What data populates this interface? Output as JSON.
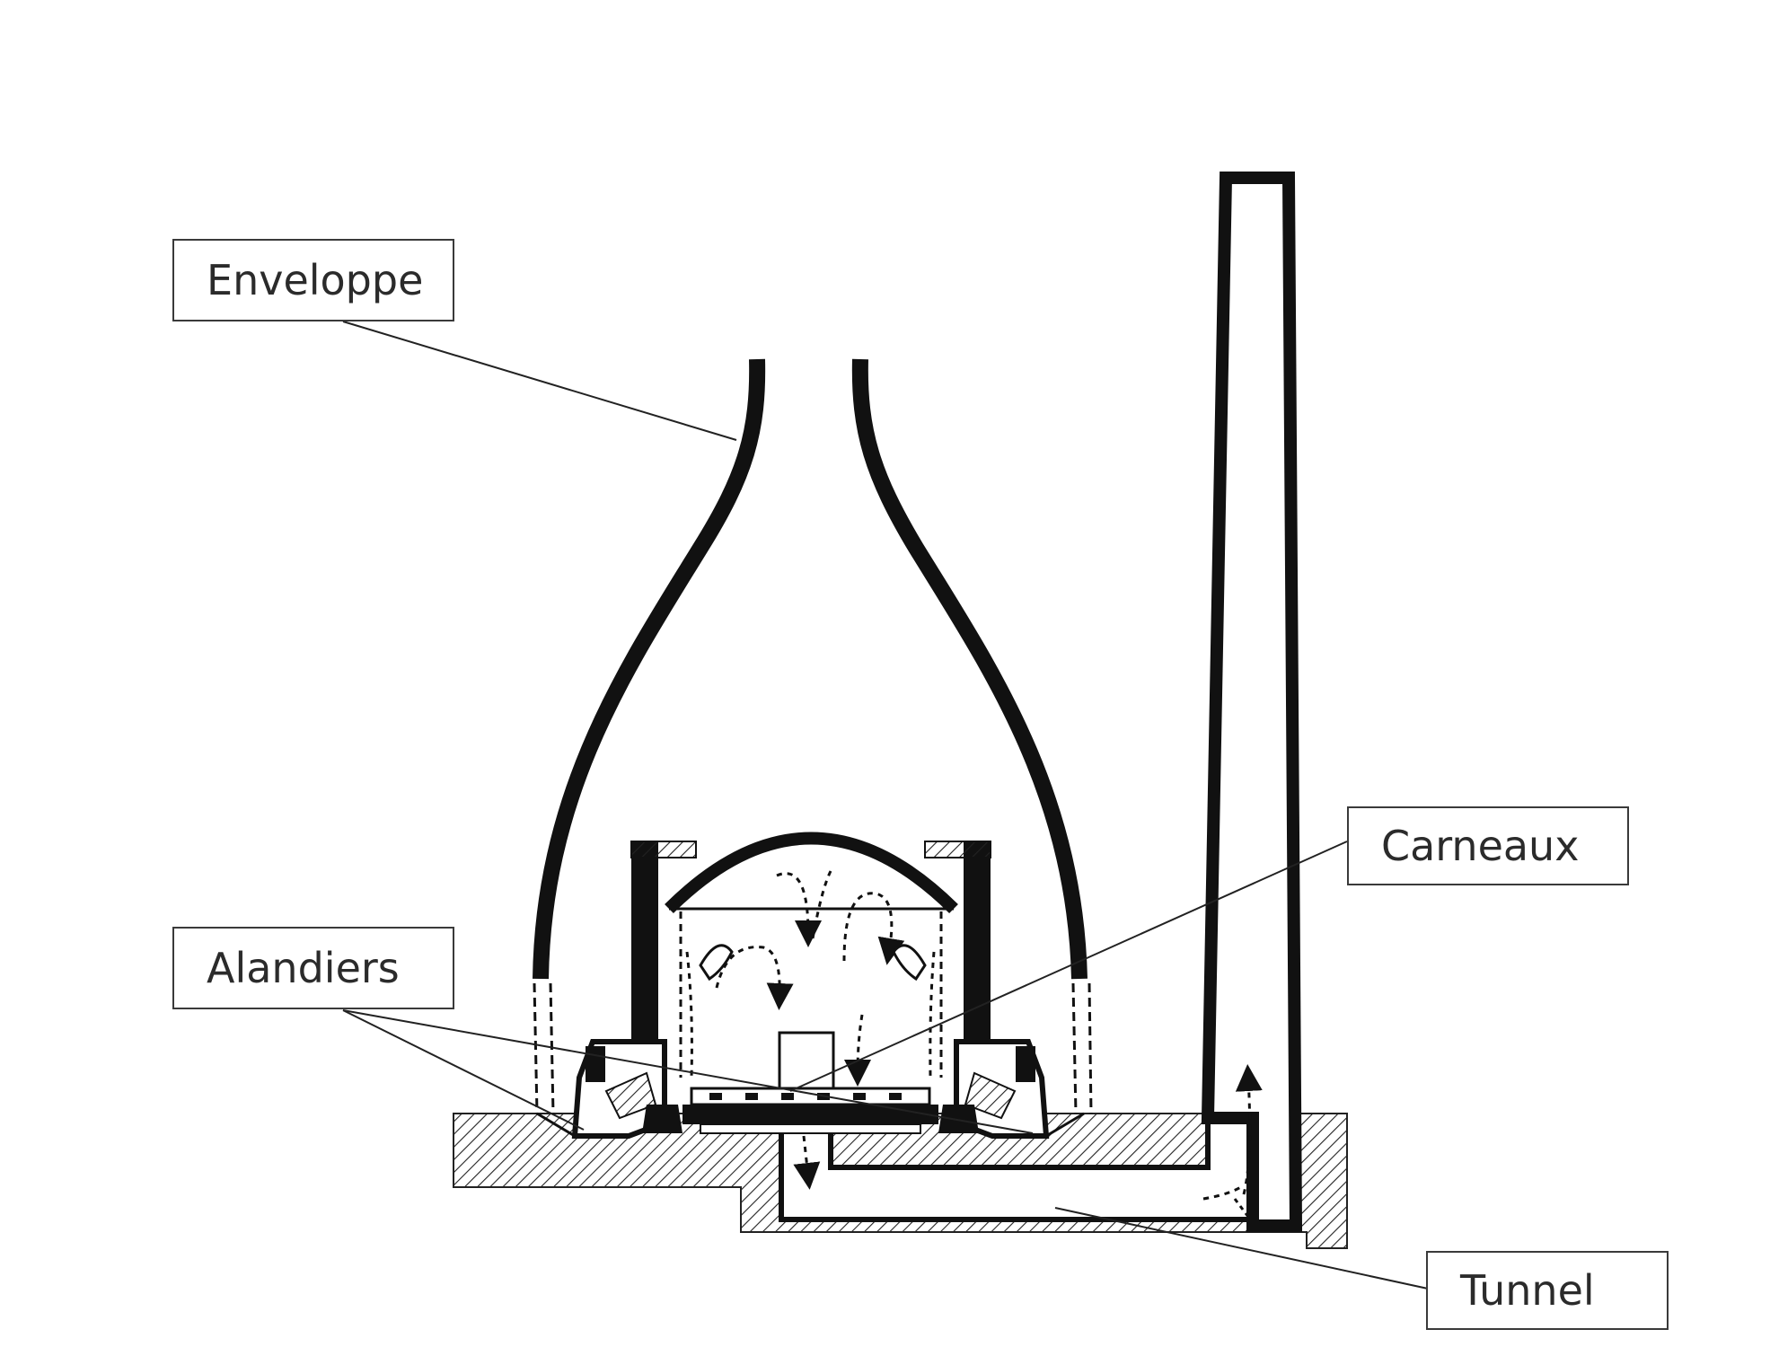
{
  "labels": {
    "enveloppe": "Enveloppe",
    "alandiers": "Alandiers",
    "carneaux": "Carneaux",
    "tunnel": "Tunnel"
  }
}
